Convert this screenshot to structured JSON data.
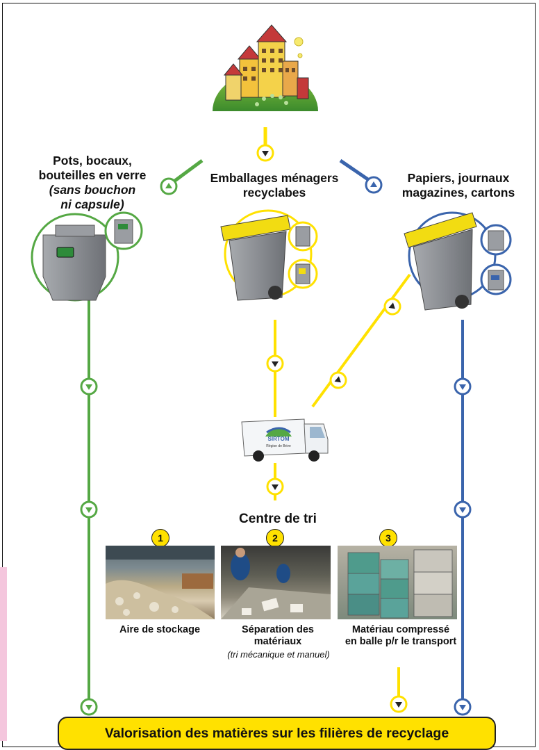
{
  "sources": {
    "glass": {
      "lines": [
        "Pots, bocaux,",
        "bouteilles en verre"
      ],
      "note_lines": [
        "(sans bouchon",
        "ni capsule)"
      ]
    },
    "packaging": {
      "lines": [
        "Emballages ménagers",
        "recyclabes"
      ]
    },
    "paper": {
      "lines": [
        "Papiers, journaux",
        "magazines, cartons"
      ]
    }
  },
  "truck_logo": {
    "brand": "SIRTOM",
    "sub": "Région de Brive"
  },
  "sorting_center": {
    "title": "Centre de tri",
    "steps": [
      {
        "number": "1",
        "lines": [
          "Aire de stockage"
        ],
        "note": ""
      },
      {
        "number": "2",
        "lines": [
          "Séparation des",
          "matériaux"
        ],
        "note": "(tri mécanique et manuel)"
      },
      {
        "number": "3",
        "lines": [
          "Matériau compressé",
          "en balle p/r le transport"
        ],
        "note": ""
      }
    ]
  },
  "footer": {
    "text": "Valorisation des matières sur les filières de recyclage"
  },
  "colors": {
    "green": "#55a844",
    "yellow": "#ffe100",
    "blue": "#3a64ac",
    "bin_grey": "#8e9196",
    "lid_yellow": "#f2dc12"
  }
}
